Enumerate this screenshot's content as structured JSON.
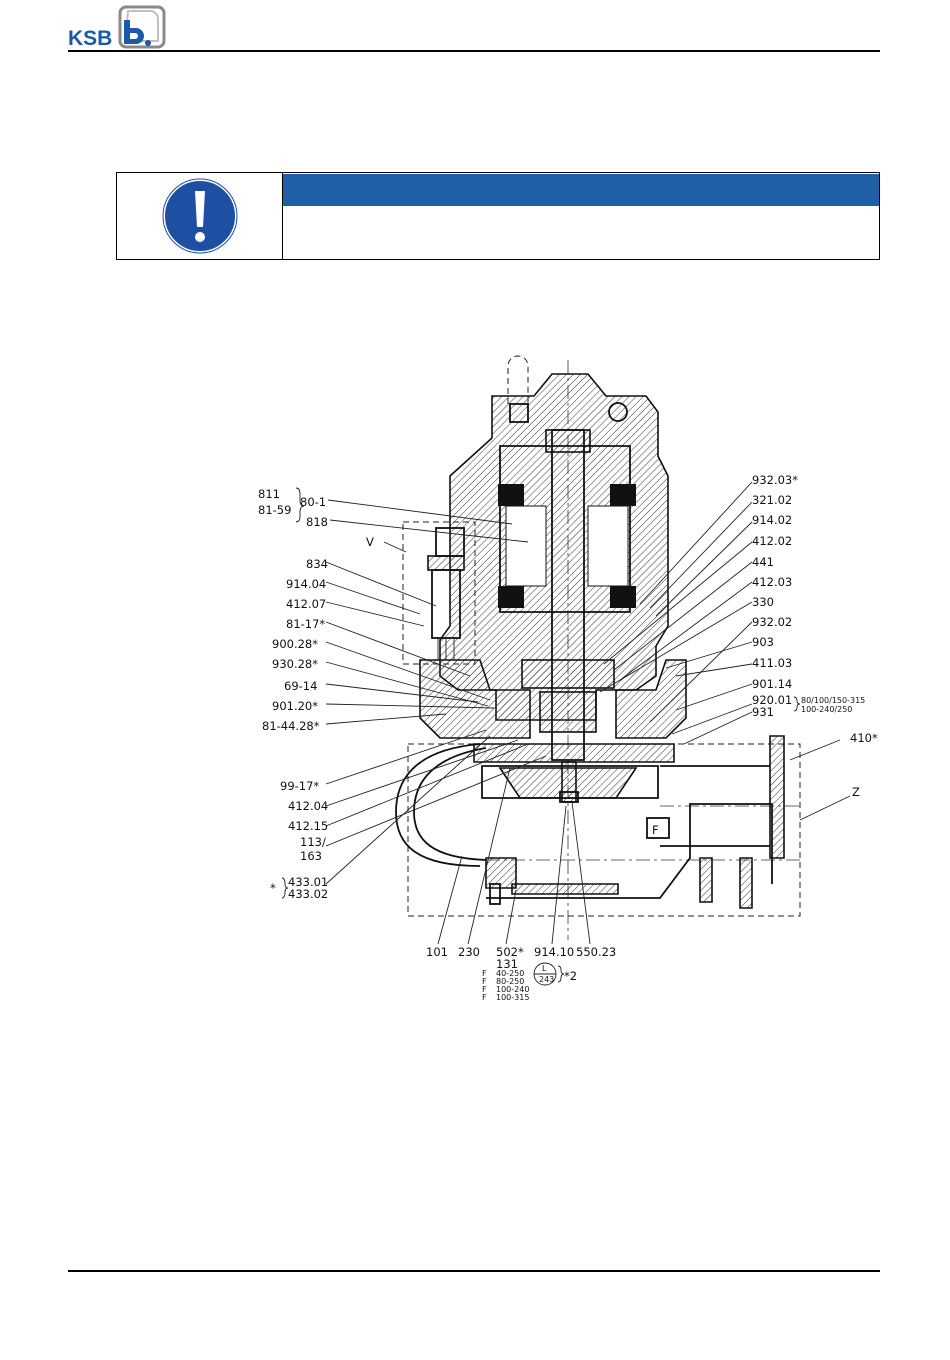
{
  "header": {
    "logo_text": "KSB"
  },
  "notice": {
    "heading": "",
    "text": ""
  },
  "drawing": {
    "left_labels": [
      "811",
      "81-59",
      "80-1",
      "818",
      "V",
      "834",
      "914.04",
      "412.07",
      "81-17*",
      "900.28*",
      "930.28*",
      "69-14",
      "901.20*",
      "81-44.28*",
      "99-17*",
      "412.04",
      "412.15",
      "113/",
      "163",
      "*",
      "433.01",
      "433.02"
    ],
    "right_labels": [
      "932.03*",
      "321.02",
      "914.02",
      "412.02",
      "441",
      "412.03",
      "330",
      "932.02",
      "903",
      "411.03",
      "901.14",
      "920.01",
      "931",
      "410*",
      "Z"
    ],
    "right_small": [
      "80/100/150-315",
      "100-240/250"
    ],
    "bottom_labels": [
      "101",
      "230",
      "502*",
      "131",
      "914.10",
      "550.23"
    ],
    "bottom_small": [
      "F",
      "40-250",
      "F",
      "80-250",
      "F",
      "100-240",
      "F",
      "100-315"
    ],
    "circle_top": "L",
    "circle_bottom": "243",
    "star_ref": "*2",
    "box_label": "F"
  }
}
